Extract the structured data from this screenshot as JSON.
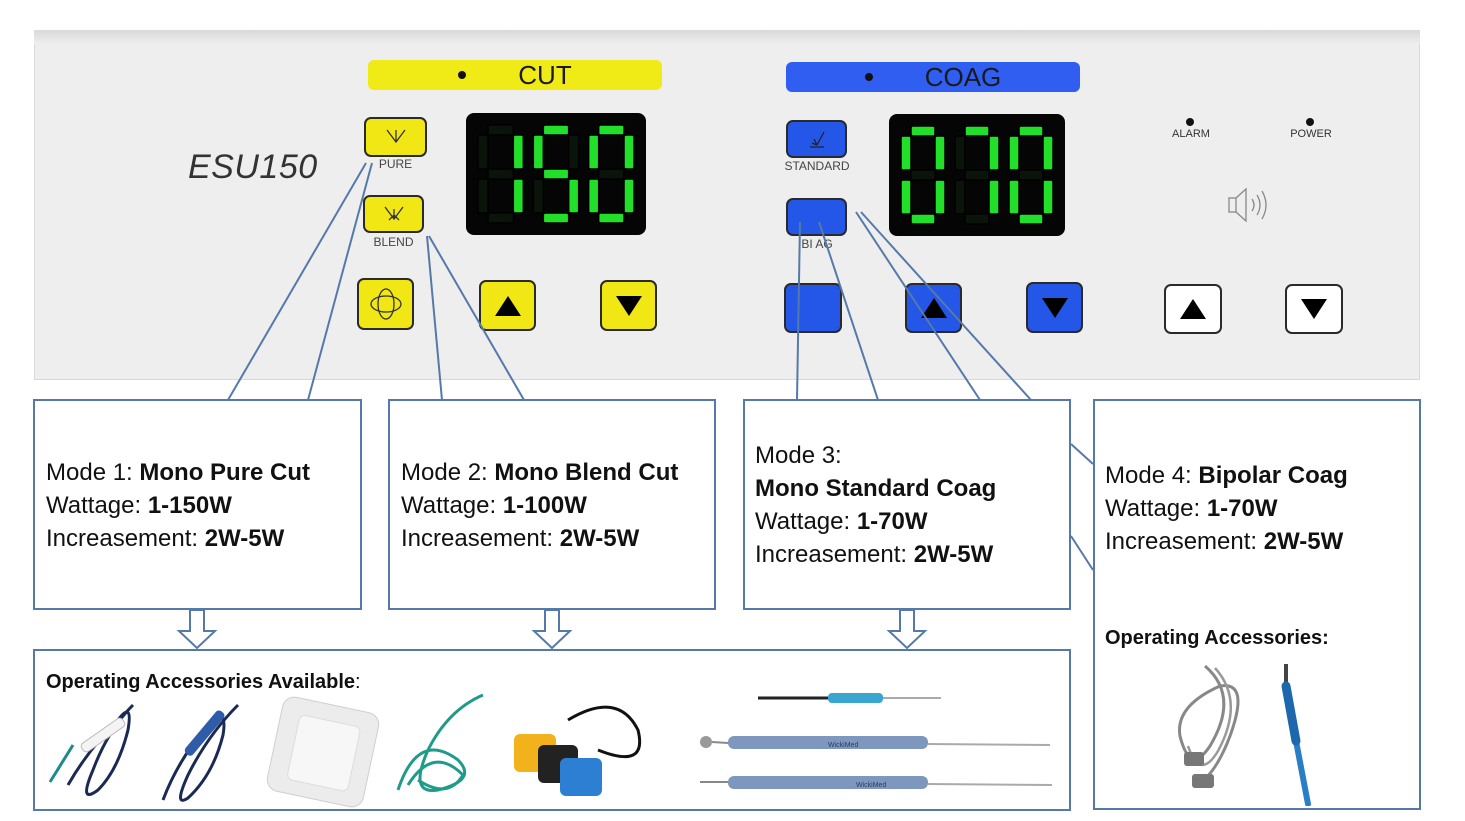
{
  "panel": {
    "model": "ESU150",
    "cut": {
      "title": "CUT",
      "display_value": "150",
      "buttons": {
        "pure_label": "PURE",
        "blend_label": "BLEND"
      }
    },
    "coag": {
      "title": "COAG",
      "display_value": "070",
      "buttons": {
        "standard_label": "STANDARD",
        "bipolar_label": "BI    AG"
      }
    },
    "indicators": {
      "alarm_label": "ALARM",
      "power_label": "POWER"
    }
  },
  "modes": [
    {
      "prefix": "Mode 1: ",
      "name": "Mono Pure Cut",
      "wattage_label": "Wattage: ",
      "wattage": "1-150W",
      "increment_label": "Increasement: ",
      "increment": "2W-5W"
    },
    {
      "prefix": "Mode 2: ",
      "name": "Mono Blend Cut",
      "wattage_label": "Wattage: ",
      "wattage": "1-100W",
      "increment_label": "Increasement: ",
      "increment": "2W-5W"
    },
    {
      "prefix": "Mode 3:",
      "name": "Mono Standard Coag",
      "wattage_label": "Wattage: ",
      "wattage": "1-70W",
      "increment_label": "Increasement: ",
      "increment": "2W-5W"
    },
    {
      "prefix": "Mode 4: ",
      "name": "Bipolar Coag",
      "wattage_label": "Wattage: ",
      "wattage": "1-70W",
      "increment_label": "Increasement: ",
      "increment": "2W-5W"
    }
  ],
  "accessories": {
    "available_title": "Operating Accessories Available",
    "available_suffix": ":",
    "bipolar_title": "Operating Accessories:",
    "electrode_brand": "WickiMed"
  },
  "colors": {
    "cut_yellow": "#f1e714",
    "coag_blue": "#2456e8",
    "segment_green": "#22e02a",
    "callout_border": "#5579a9"
  },
  "icons": {
    "pure": "pure-cut-icon",
    "blend": "blend-cut-icon",
    "standard": "standard-coag-icon",
    "spray": "spray-mode-icon",
    "up": "up-arrow-icon",
    "down": "down-arrow-icon",
    "speaker": "speaker-icon"
  }
}
